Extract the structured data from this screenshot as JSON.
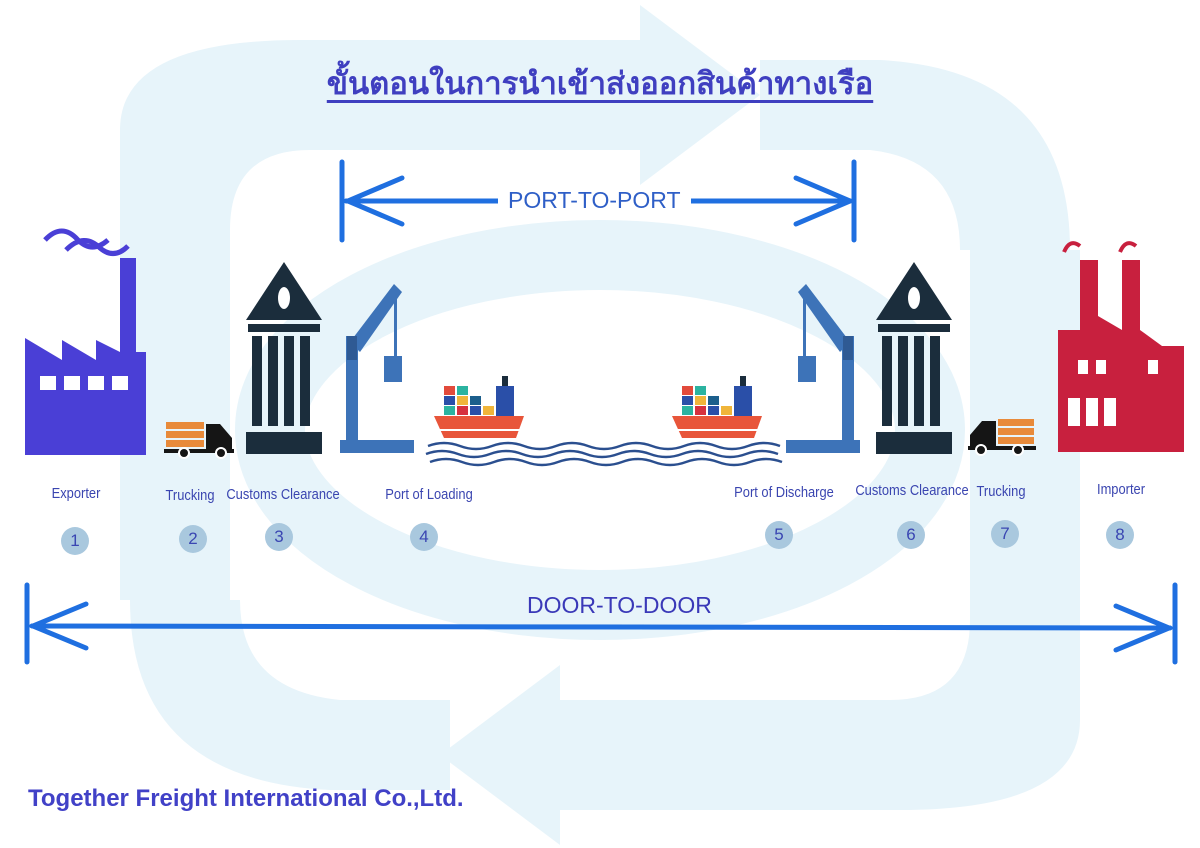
{
  "title": "ขั้นตอนในการนำเข้าส่งออกสินค้าทางเรือ",
  "port_to_port_label": "PORT-TO-PORT",
  "door_to_door_label": "DOOR-TO-DOOR",
  "company_name": "Together Freight International Co.,Ltd.",
  "steps": [
    {
      "label": "Exporter",
      "number": "1",
      "icon": "factory-icon"
    },
    {
      "label": "Trucking",
      "number": "2",
      "icon": "truck-icon"
    },
    {
      "label": "Customs Clearance",
      "number": "3",
      "icon": "customs-building-icon"
    },
    {
      "label": "Port of Loading",
      "number": "4",
      "icon": "port-crane-icon"
    },
    {
      "label": "Port of Discharge",
      "number": "5",
      "icon": "port-crane-icon"
    },
    {
      "label": "Customs Clearance",
      "number": "6",
      "icon": "customs-building-icon"
    },
    {
      "label": "Trucking",
      "number": "7",
      "icon": "truck-icon"
    },
    {
      "label": "Importer",
      "number": "8",
      "icon": "factory-icon"
    }
  ],
  "colors": {
    "exporter_factory": "#4a3fd6",
    "importer_factory": "#c8203e",
    "customs_building": "#1b2d3c",
    "crane": "#3d73b8",
    "arrow_blue": "#1f6fe0",
    "ship_hull": "#e8553a",
    "background_arrows": "#e8f5fb"
  }
}
